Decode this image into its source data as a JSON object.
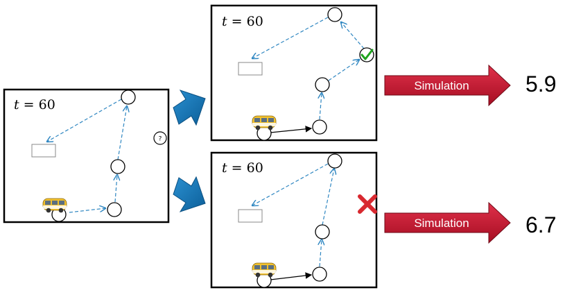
{
  "time_label": {
    "var": "t",
    "eq": " = ",
    "value": "60"
  },
  "panels": {
    "left": {
      "time": "t = 60",
      "unknown_mark": "?"
    },
    "top": {
      "time": "t = 60",
      "outcome_icon": "check-icon"
    },
    "bottom": {
      "time": "t = 60",
      "outcome_icon": "cross-icon"
    }
  },
  "arrows": {
    "label": "Simulation"
  },
  "results": {
    "top": "5.9",
    "bottom": "6.7"
  },
  "colors": {
    "route": "#2e86c1",
    "flow_arrow": "#1f77b4",
    "sim_arrow": "#c0152f",
    "check": "#1fa31f",
    "cross": "#d8282f",
    "bus": "#f2c12e"
  }
}
